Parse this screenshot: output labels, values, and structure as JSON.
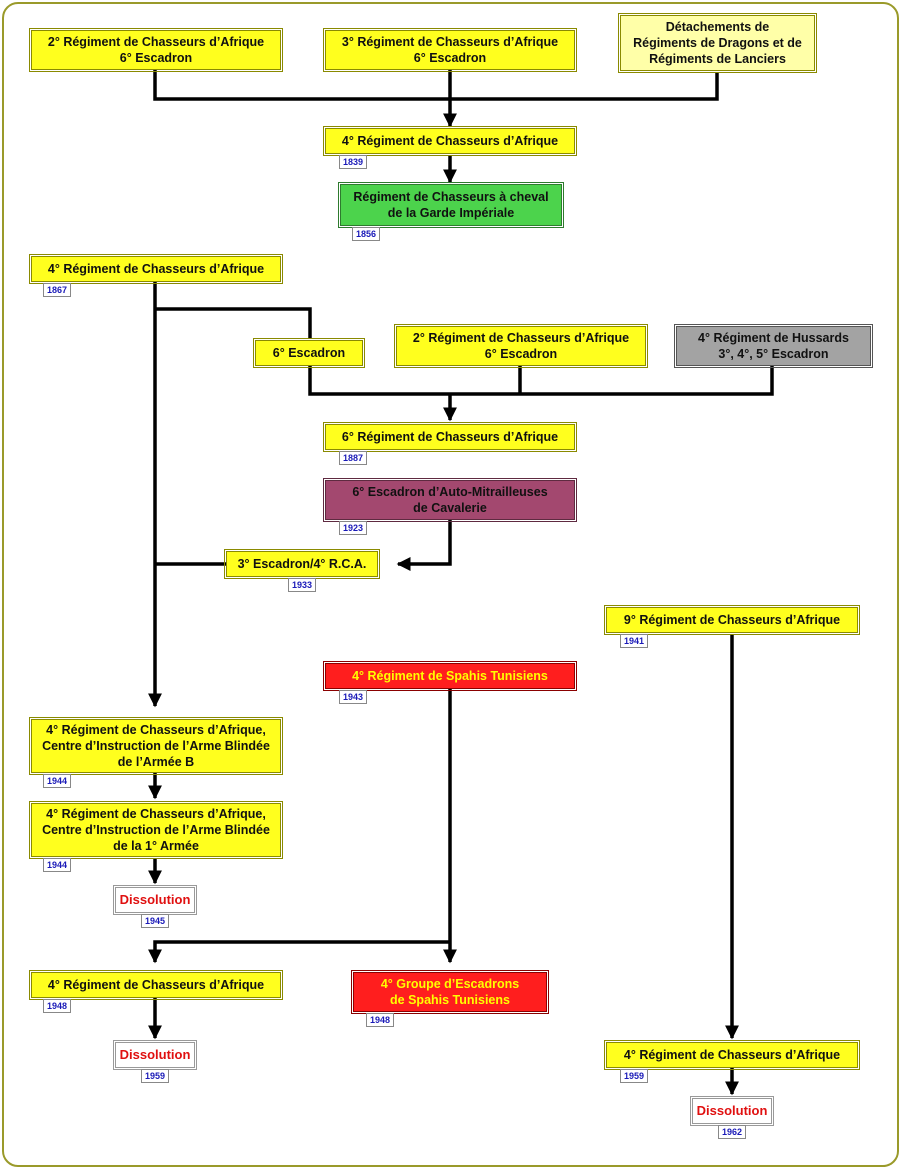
{
  "boxes": {
    "rca2_6esc": "2° Régiment de Chasseurs d’Afrique\n6° Escadron",
    "rca3_6esc": "3° Régiment de Chasseurs d’Afrique\n6° Escadron",
    "detachements": "Détachements de\nRégiments de Dragons et de\nRégiments de Lanciers",
    "rca4_a": "4° Régiment de Chasseurs d’Afrique",
    "garde": "Régiment de Chasseurs à cheval\nde la Garde Impériale",
    "rca4_b": "4° Régiment de Chasseurs d’Afrique",
    "esc6": "6° Escadron",
    "rca2_6esc_b": "2° Régiment de Chasseurs d’Afrique\n6° Escadron",
    "hussards": "4° Régiment de Hussards\n3°, 4°, 5° Escadron",
    "rca6": "6° Régiment de Chasseurs d’Afrique",
    "auto_mitr": "6° Escadron d’Auto-Mitrailleuses\nde Cavalerie",
    "esc3_rca4": "3° Escadron/4° R.C.A.",
    "rca9": "9° Régiment de Chasseurs d’Afrique",
    "spahis": "4° Régiment de Spahis Tunisiens",
    "ciab_b": "4° Régiment de Chasseurs d’Afrique,\nCentre d’Instruction de l’Arme Blindée\nde l’Armée B",
    "ciab_1": "4° Régiment de Chasseurs d’Afrique,\nCentre d’Instruction de l’Arme Blindée\nde la 1° Armée",
    "dissolution_1945": "Dissolution",
    "rca4_1948": "4° Régiment de Chasseurs d’Afrique",
    "groupe_spahis": "4° Groupe d’Escadrons\nde Spahis Tunisiens",
    "dissolution_1959": "Dissolution",
    "rca4_1959": "4° Régiment de Chasseurs d’Afrique",
    "dissolution_1962": "Dissolution"
  },
  "years": {
    "y1839": "1839",
    "y1856": "1856",
    "y1867": "1867",
    "y1887": "1887",
    "y1923": "1923",
    "y1933": "1933",
    "y1941": "1941",
    "y1943": "1943",
    "y1944a": "1944",
    "y1944b": "1944",
    "y1945": "1945",
    "y1948a": "1948",
    "y1948b": "1948",
    "y1959a": "1959",
    "y1959b": "1959",
    "y1962": "1962"
  },
  "colors": {
    "yellow": "#ffff1e",
    "pale_yellow": "#ffffa8",
    "green": "#4cd34c",
    "grey": "#a3a3a3",
    "purple": "#a3486f",
    "red": "#ff1e1e",
    "year_text": "#1a1ab8",
    "dissolution_text": "#e01010",
    "frame": "#9a9a2a"
  }
}
